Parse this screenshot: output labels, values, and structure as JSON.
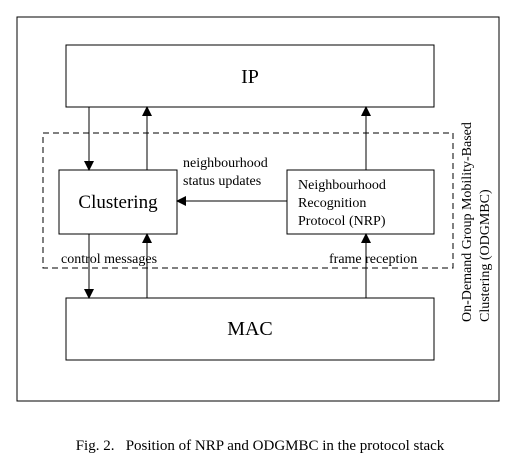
{
  "diagram": {
    "ip_label": "IP",
    "mac_label": "MAC",
    "clustering_label": "Clustering",
    "nrp_lines": [
      "Neighbourhood",
      "Recognition",
      "Protocol (NRP)"
    ],
    "status_lines": [
      "neighbourhood",
      "status updates"
    ],
    "control_messages": "control messages",
    "frame_reception": "frame reception",
    "side_lines": [
      "On-Demand Group Mobility-Based",
      "Clustering (ODGMBC)"
    ]
  },
  "caption": "Fig. 2.   Position of NRP and ODGMBC in the protocol stack"
}
